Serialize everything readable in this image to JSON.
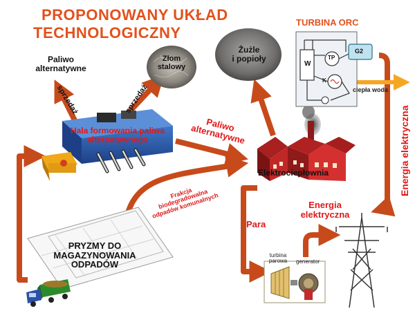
{
  "title": {
    "line1": "PROPONOWANY UKŁAD",
    "line2": "TECHNOLOGICZNY"
  },
  "labels": {
    "paliwo_alternatywne_top": {
      "line1": "Paliwo",
      "line2": "alternatywne"
    },
    "zlom_stalowy": {
      "line1": "Złom",
      "line2": "stalowy"
    },
    "zuzle": {
      "line1": "Żużle",
      "line2": "i popioły"
    },
    "sprzedaz_left": "sprzedaż",
    "sprzedaz_right": "sprzedaż",
    "hala": {
      "line1": "Hala formowania paliwa",
      "line2": "alternatywnego"
    },
    "paliwo_alternatywne_mid": {
      "line1": "Paliwo",
      "line2": "alternatywne"
    },
    "elektrocieplownia": "Elektrociepłownia",
    "frakcja": {
      "line1": "Frakcja",
      "line2": "biodegradowalna",
      "line3": "odpadów komunalnych"
    },
    "pryzmy": {
      "line1": "PRYZMY DO",
      "line2": "MAGAZYNOWANIA",
      "line3": "ODPADÓW"
    },
    "para": "Para",
    "energia_elektryczna_mid": {
      "line1": "Energia",
      "line2": "elektryczna"
    },
    "energia_elektryczna_vertical": "Energia elektryczna",
    "turbina_orc": "TURBINA ORC",
    "orc_w": "W",
    "orc_tp": "TP",
    "orc_k": "K",
    "orc_g2": "G2",
    "ciepla_woda": "ciepła woda",
    "turbina_parowa": {
      "line1": "turbina",
      "line2": "parowa"
    },
    "generator": "generator"
  },
  "colors": {
    "arrow": "#c74a1b",
    "title": "#e2511c",
    "red_text": "#e01818",
    "ciepla_arrow": "#f5a623"
  }
}
